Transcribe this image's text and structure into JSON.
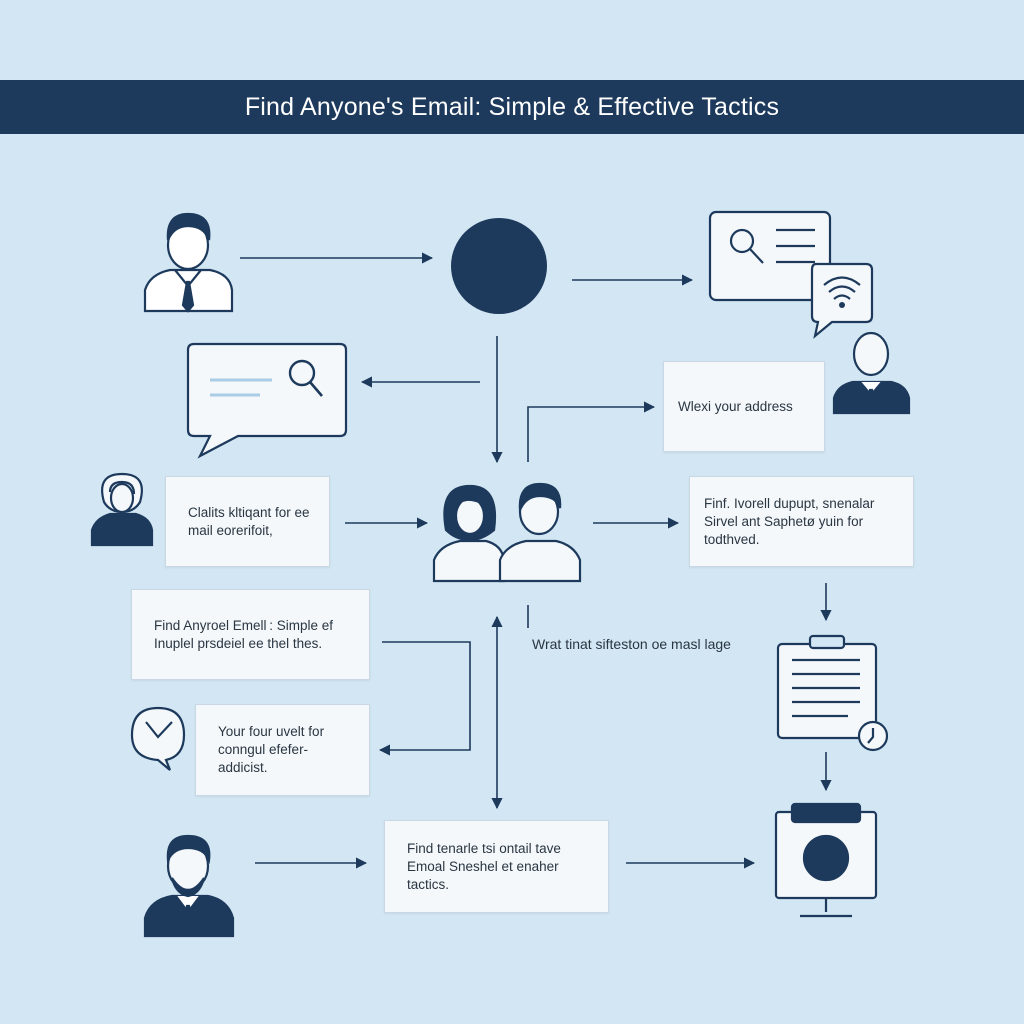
{
  "header": {
    "title": "Find Anyone's Email: Simple & Effective Tactics"
  },
  "nodes": {
    "address_box": {
      "text": "Wlexi your address"
    },
    "client_box": {
      "text": "Clalits kltiqant for ee mail eorerifoit,"
    },
    "find_box": {
      "text": "Finf. Ivorell dupupt, snenalar Sirvel ant Saphetø yuin for todthved."
    },
    "anyone_box": {
      "text": "Find Anyroel Emell : Simple ef Inuplel prsdeiel ee thel thes."
    },
    "four_box": {
      "text": "Your four uvelt for conngul efefer-addicist."
    },
    "tactics_box": {
      "text": "Find tenarle tsi ontail tave Emoal Sneshel et enaher tactics."
    },
    "center_label": {
      "text": "Wrat tinat sifteston oe masl lage"
    }
  },
  "colors": {
    "background": "#d3e6f3",
    "banner": "#1d3a5c",
    "ink": "#1d3a5c",
    "note_fill": "#f4f8fb",
    "accent_light": "#a9cde6"
  }
}
